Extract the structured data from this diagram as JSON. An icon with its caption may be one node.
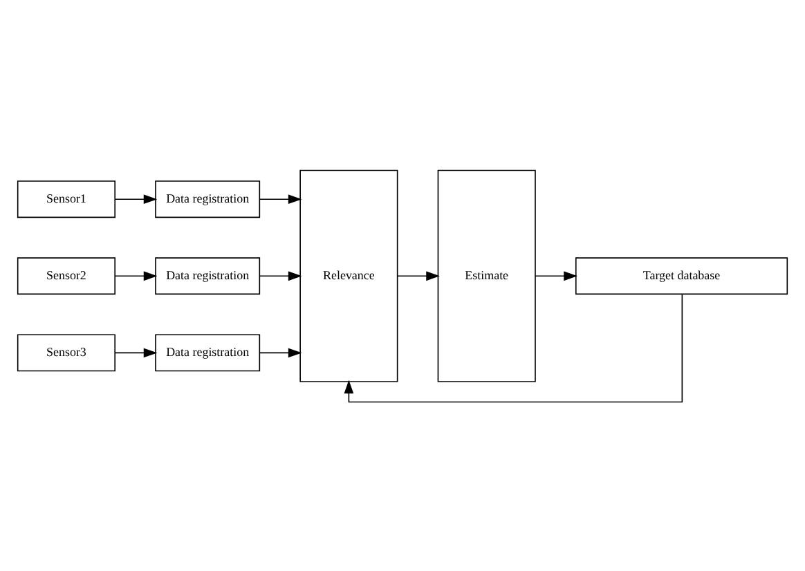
{
  "diagram": {
    "nodes": [
      {
        "text": [
          "Sensor1"
        ]
      },
      {
        "text": [
          "Data registration"
        ]
      },
      {
        "text": [
          "Sensor2"
        ]
      },
      {
        "text": [
          "Data registration"
        ]
      },
      {
        "text": [
          "Sensor3"
        ]
      },
      {
        "text": [
          "Data registration"
        ]
      },
      {
        "text": [
          "Relevance"
        ]
      },
      {
        "text": [
          "Estimate"
        ]
      },
      {
        "text": [
          "Target database"
        ]
      }
    ],
    "edges": [
      {
        "from": 0,
        "to": 1,
        "arrow": "to"
      },
      {
        "from": 2,
        "to": 3,
        "arrow": "to"
      },
      {
        "from": 4,
        "to": 5,
        "arrow": "to"
      },
      {
        "from": 1,
        "to": 6,
        "arrow": "to"
      },
      {
        "from": 3,
        "to": 6,
        "arrow": "to"
      },
      {
        "from": 5,
        "to": 6,
        "arrow": "to"
      },
      {
        "from": 6,
        "to": 7,
        "arrow": "to"
      },
      {
        "from": 7,
        "to": 8,
        "arrow": "to"
      },
      {
        "from": 8,
        "to": 6,
        "arrow": "to"
      }
    ]
  }
}
